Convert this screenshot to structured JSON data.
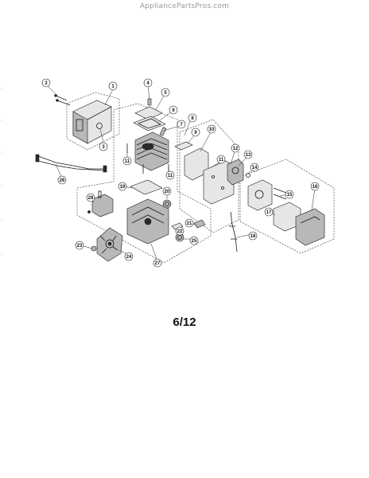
{
  "watermark": "AppliancePartsPros.com",
  "page_label": "6/12",
  "callouts": [
    {
      "id": "c1",
      "label": "1"
    },
    {
      "id": "c2",
      "label": "2"
    },
    {
      "id": "c3",
      "label": "3"
    },
    {
      "id": "c4",
      "label": "4"
    },
    {
      "id": "c5",
      "label": "5"
    },
    {
      "id": "c6",
      "label": "6"
    },
    {
      "id": "c7",
      "label": "7"
    },
    {
      "id": "c8",
      "label": "8"
    },
    {
      "id": "c9",
      "label": "9"
    },
    {
      "id": "c10",
      "label": "10"
    },
    {
      "id": "c11a",
      "label": "11"
    },
    {
      "id": "c11b",
      "label": "11"
    },
    {
      "id": "c11c",
      "label": "11"
    },
    {
      "id": "c12",
      "label": "12"
    },
    {
      "id": "c13",
      "label": "13"
    },
    {
      "id": "c14",
      "label": "14"
    },
    {
      "id": "c15",
      "label": "15"
    },
    {
      "id": "c16",
      "label": "16"
    },
    {
      "id": "c17",
      "label": "17"
    },
    {
      "id": "c18",
      "label": "18"
    },
    {
      "id": "c19",
      "label": "19"
    },
    {
      "id": "c20",
      "label": "20"
    },
    {
      "id": "c21",
      "label": "21"
    },
    {
      "id": "c22",
      "label": "22"
    },
    {
      "id": "c23",
      "label": "23"
    },
    {
      "id": "c24",
      "label": "24"
    },
    {
      "id": "c25",
      "label": "25"
    },
    {
      "id": "c26",
      "label": "26"
    },
    {
      "id": "c27",
      "label": "27"
    },
    {
      "id": "c28",
      "label": "28"
    }
  ]
}
